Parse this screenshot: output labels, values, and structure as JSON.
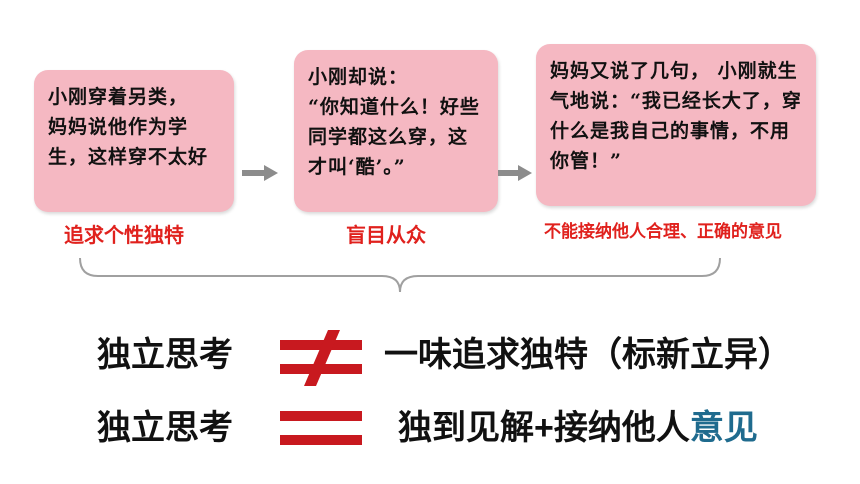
{
  "boxes": [
    {
      "text": "小刚穿着另类，\n妈妈说他作为学生，这样穿不太好"
    },
    {
      "text": "小刚却说：\n“你知道什么！好些同学都这么穿，这才叫‘酷’。”"
    },
    {
      "text": "妈妈又说了几句， 小刚就生气地说：“我已经长大了，穿什么是我自己的事情，不用你管！”"
    }
  ],
  "captions": [
    "追求个性独特",
    "盲目从众",
    "不能接纳他人合理、正确的意见"
  ],
  "equations": [
    {
      "lhs": "独立思考",
      "symbol": "not-equal",
      "rhs": "一味追求独特（标新立异）"
    },
    {
      "lhs": "独立思考",
      "symbol": "equal",
      "rhs_main": "独到见解+接纳他人",
      "rhs_accent": "意见"
    }
  ],
  "colors": {
    "box_fill": "#f5b8c2",
    "caption_red": "#e0211d",
    "symbol_red": "#c8191f",
    "accent_blue": "#1f6b8e",
    "arrow_gray": "#8c8c8c",
    "brace_gray": "#a0a0a0"
  }
}
